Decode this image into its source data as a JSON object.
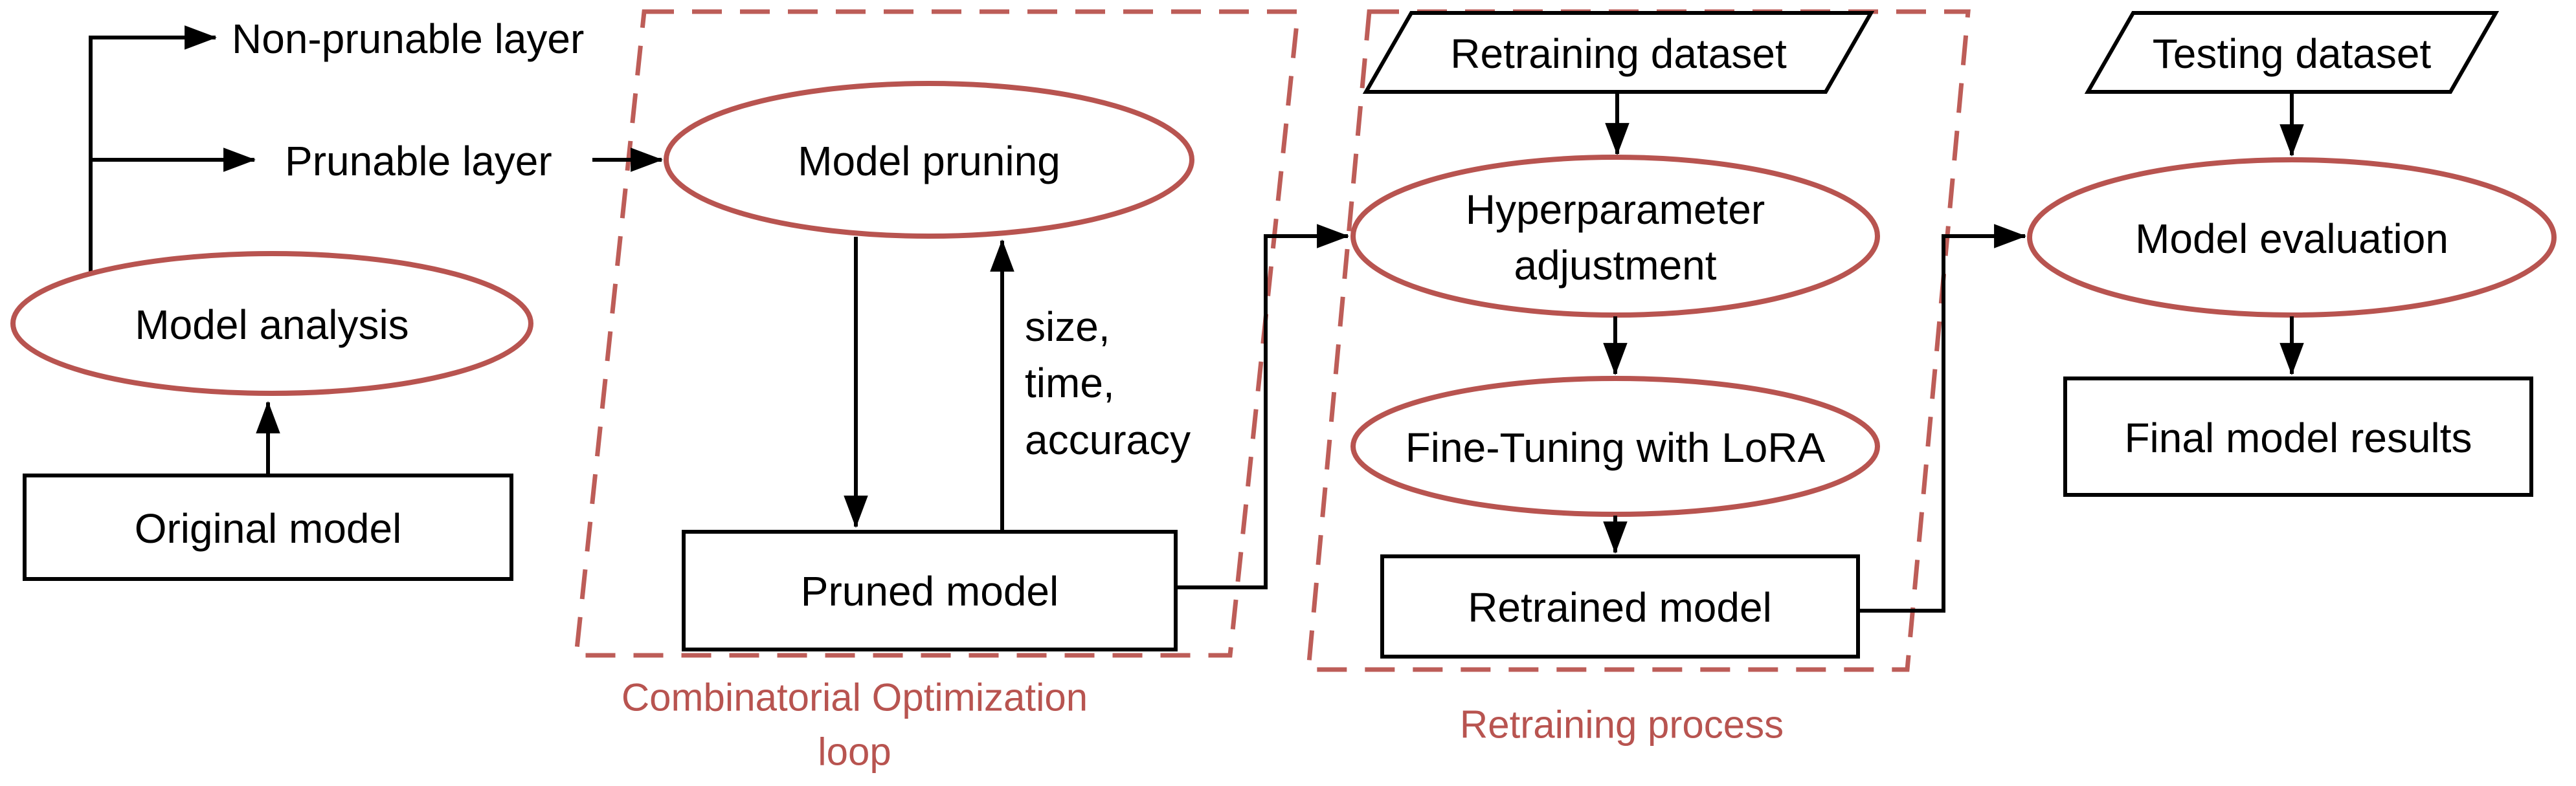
{
  "diagram": {
    "title": "Model pruning and retraining pipeline flowchart",
    "colors": {
      "accent": "#b85450",
      "dashed_border": "#bd5d58",
      "line": "#000000",
      "background": "#ffffff"
    },
    "left": {
      "non_prunable_label": "Non-prunable layer",
      "prunable_label": "Prunable layer",
      "model_analysis_label": "Model analysis",
      "original_model_label": "Original model"
    },
    "combinatorial": {
      "model_pruning_label": "Model pruning",
      "pruned_model_label": "Pruned model",
      "metrics_lines": [
        "size,",
        "time,",
        "accuracy"
      ],
      "caption_lines": [
        "Combinatorial Optimization",
        "loop"
      ]
    },
    "retraining": {
      "retraining_dataset_label": "Retraining dataset",
      "hyperparameter_lines": [
        "Hyperparameter",
        "adjustment"
      ],
      "fine_tuning_label": "Fine-Tuning with LoRA",
      "retrained_model_label": "Retrained model",
      "caption": "Retraining process"
    },
    "evaluation": {
      "testing_dataset_label": "Testing dataset",
      "model_evaluation_label": "Model evaluation",
      "final_results_label": "Final model results"
    }
  }
}
